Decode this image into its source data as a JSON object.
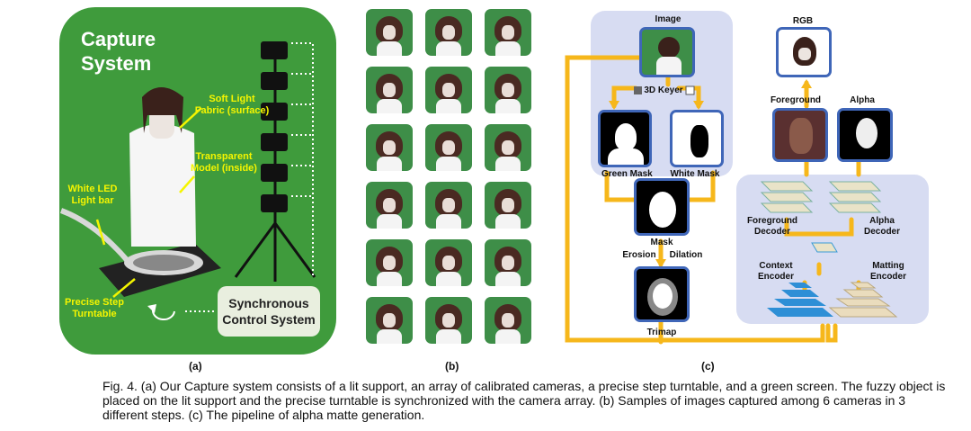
{
  "panel_a": {
    "title_line1": "Capture",
    "title_line2": "System",
    "label_soft_light": "Soft Light Fabric (surface)",
    "label_transparent": "Transparent Model (inside)",
    "label_led": "White LED Light bar",
    "label_turntable": "Precise Step Turntable",
    "sync_box": "Synchronous Control System",
    "sublabel": "(a)"
  },
  "panel_b": {
    "sublabel": "(b)",
    "rows": 6,
    "cols": 3
  },
  "panel_c": {
    "image_label": "Image",
    "keyer_label": "3D Keyer",
    "green_mask": "Green Mask",
    "white_mask": "White Mask",
    "mask": "Mask",
    "erosion": "Erosion",
    "dilation": "Dilation",
    "trimap": "Trimap",
    "rgb": "RGB",
    "foreground": "Foreground",
    "alpha": "Alpha",
    "fg_decoder": "Foreground Decoder",
    "alpha_decoder": "Alpha Decoder",
    "context_encoder": "Context Encoder",
    "matting_encoder": "Matting Encoder",
    "sublabel": "(c)"
  },
  "colors": {
    "green_screen": "#3f9b3c",
    "label_yellow": "#f5f500",
    "arrow_orange": "#f6b71b",
    "panel_blue": "#d7dcf2",
    "frame_blue": "#3f66b8"
  },
  "caption": "Fig. 4. (a) Our Capture system consists of a lit support, an array of calibrated cameras, a precise step turntable, and a green screen. The fuzzy object is placed on the lit support and the precise turntable is synchronized with the camera array. (b) Samples of images captured among 6 cameras in 3 different steps. (c) The pipeline of alpha matte generation."
}
